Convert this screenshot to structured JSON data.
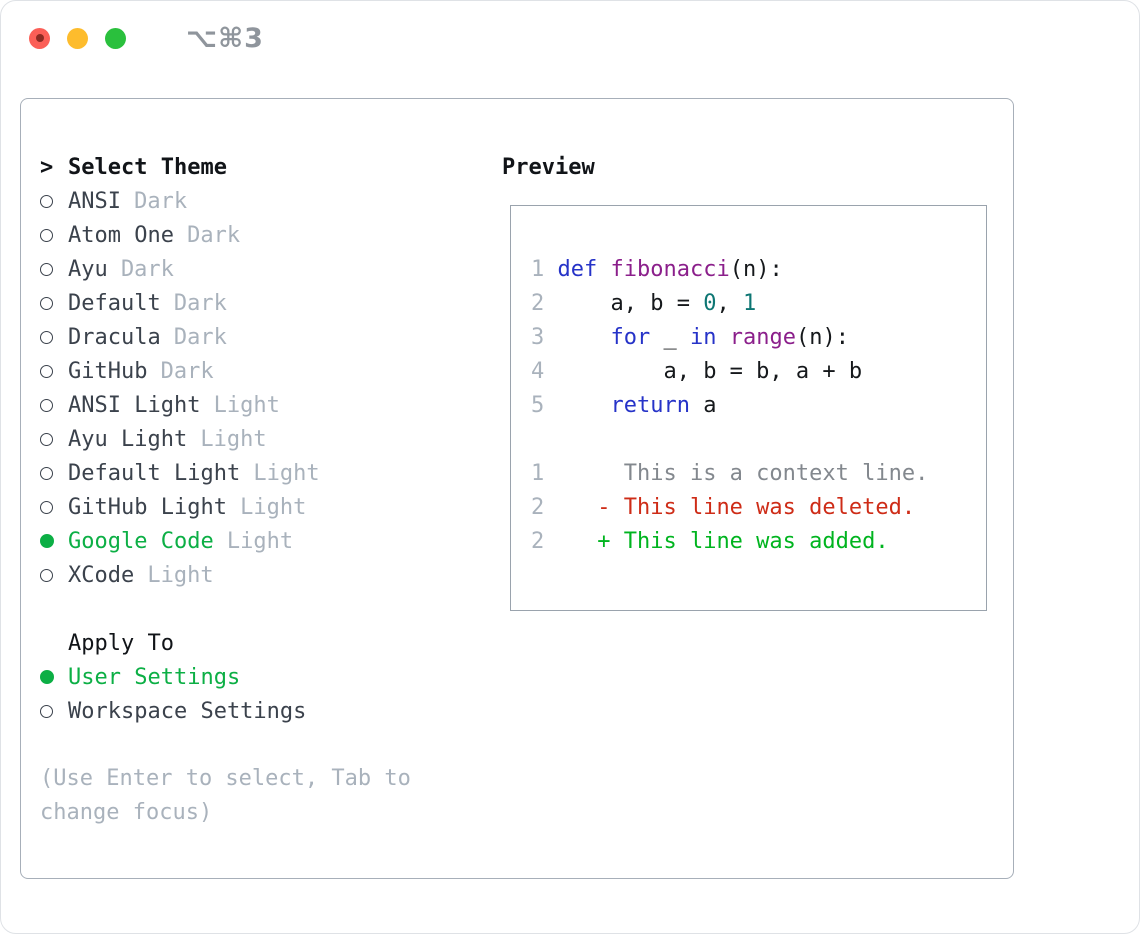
{
  "window": {
    "title": "⌥⌘3"
  },
  "colors": {
    "light_red": "#fb5f57",
    "light_red_dot": "#8c2b23",
    "light_yellow": "#fdbc2d",
    "light_green": "#2ac03d",
    "title_gray": "#8f959c",
    "border": "#a7afb9",
    "border2": "#9aa3ad",
    "header": "#111418",
    "item": "#3b424c",
    "muted": "#a9b2bc",
    "accent": "#0caf45",
    "kw": "#2633c8",
    "fn": "#8b1f8b",
    "numlit": "#0d7673",
    "plain": "#15181b",
    "linenum": "#a9b2bc",
    "ctx": "#83888e",
    "del": "#ce2c17",
    "add": "#00b41f"
  },
  "theme_picker": {
    "prompt": ">",
    "header": "Select Theme",
    "items": [
      {
        "name": "ANSI",
        "variant": "Dark",
        "selected": false
      },
      {
        "name": "Atom One",
        "variant": "Dark",
        "selected": false
      },
      {
        "name": "Ayu",
        "variant": "Dark",
        "selected": false
      },
      {
        "name": "Default",
        "variant": "Dark",
        "selected": false
      },
      {
        "name": "Dracula",
        "variant": "Dark",
        "selected": false
      },
      {
        "name": "GitHub",
        "variant": "Dark",
        "selected": false
      },
      {
        "name": "ANSI Light",
        "variant": "Light",
        "selected": false
      },
      {
        "name": "Ayu Light",
        "variant": "Light",
        "selected": false
      },
      {
        "name": "Default Light",
        "variant": "Light",
        "selected": false
      },
      {
        "name": "GitHub Light",
        "variant": "Light",
        "selected": false
      },
      {
        "name": "Google Code",
        "variant": "Light",
        "selected": true
      },
      {
        "name": "XCode",
        "variant": "Light",
        "selected": false
      }
    ]
  },
  "apply_to": {
    "header": "Apply To",
    "options": [
      {
        "label": "User Settings",
        "selected": true
      },
      {
        "label": "Workspace Settings",
        "selected": false
      }
    ]
  },
  "hint": "(Use Enter to select, Tab to change focus)",
  "preview": {
    "title": "Preview",
    "lines": [
      {
        "kind": "code",
        "num": "1",
        "tokens": [
          [
            "def",
            "kw"
          ],
          [
            " ",
            "pl"
          ],
          [
            "fibonacci",
            "fn"
          ],
          [
            "(n):",
            "pl"
          ]
        ]
      },
      {
        "kind": "code",
        "num": "2",
        "tokens": [
          [
            "    a, b = ",
            "pl"
          ],
          [
            "0",
            "num"
          ],
          [
            ", ",
            "pl"
          ],
          [
            "1",
            "num"
          ]
        ]
      },
      {
        "kind": "code",
        "num": "3",
        "tokens": [
          [
            "    ",
            "pl"
          ],
          [
            "for",
            "kw"
          ],
          [
            " _ ",
            "pl"
          ],
          [
            "in",
            "kw"
          ],
          [
            " ",
            "pl"
          ],
          [
            "range",
            "fn"
          ],
          [
            "(n):",
            "pl"
          ]
        ]
      },
      {
        "kind": "code",
        "num": "4",
        "tokens": [
          [
            "        a, b = b, a + b",
            "pl"
          ]
        ]
      },
      {
        "kind": "code",
        "num": "5",
        "tokens": [
          [
            "    ",
            "pl"
          ],
          [
            "return",
            "kw"
          ],
          [
            " a",
            "pl"
          ]
        ]
      },
      {
        "kind": "blank",
        "num": "",
        "tokens": []
      },
      {
        "kind": "context",
        "num": "1",
        "tokens": [
          [
            "     This is a context line.",
            "ctx"
          ]
        ]
      },
      {
        "kind": "deleted",
        "num": "2",
        "tokens": [
          [
            "   - This line was deleted.",
            "del"
          ]
        ]
      },
      {
        "kind": "added",
        "num": "2",
        "tokens": [
          [
            "   + This line was added.",
            "add"
          ]
        ]
      }
    ]
  }
}
